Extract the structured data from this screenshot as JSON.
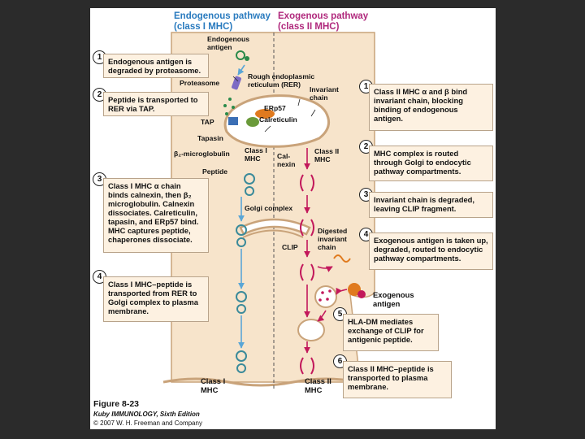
{
  "headers": {
    "endogenous": "Endogenous pathway\n(class I MHC)",
    "exogenous": "Exogenous pathway\n(class II MHC)"
  },
  "colors": {
    "endogenous_header": "#2a7bbf",
    "exogenous_header": "#b0287c",
    "cytoplasm": "#f7e4cb",
    "box_fill": "#fdf1e1",
    "pathway_arrow": "#5aa6d6",
    "class_ii_arrow": "#c2185b"
  },
  "labels": {
    "endogenous_antigen": "Endogenous\nantigen",
    "rer": "Rough endoplasmic\nreticulum (RER)",
    "proteasome": "Proteasome",
    "invariant_chain": "Invariant\nchain",
    "erp57": "ERp57",
    "calreticulin": "Calreticulin",
    "tap": "TAP",
    "tapasin": "Tapasin",
    "b2_microglobulin": "β₂-microglobulin",
    "class_i_mhc": "Class I\nMHC",
    "calnexin": "Cal-\nnexin",
    "class_ii_mhc": "Class II\nMHC",
    "peptide": "Peptide",
    "golgi": "Golgi complex",
    "digested_invariant_chain": "Digested\ninvariant\nchain",
    "clip": "CLIP",
    "exogenous_antigen": "Exogenous\nantigen",
    "class_i_bottom": "Class I\nMHC",
    "class_ii_bottom": "Class II\nMHC"
  },
  "left_steps": [
    {
      "num": "1",
      "text": "Endogenous antigen is\ndegraded by proteasome."
    },
    {
      "num": "2",
      "text": "Peptide is transported to\nRER via TAP."
    },
    {
      "num": "3",
      "text": "Class I MHC α chain\nbinds calnexin, then β₂\nmicroglobulin. Calnexin\ndissociates. Calreticulin,\ntapasin, and ERp57 bind.\nMHC captures peptide,\nchaperones dissociate."
    },
    {
      "num": "4",
      "text": "Class I MHC–peptide is\ntransported from RER to\nGolgi complex to plasma\nmembrane."
    }
  ],
  "right_steps": [
    {
      "num": "1",
      "text": "Class II MHC α and β bind\ninvariant chain, blocking\nbinding of endogenous\nantigen."
    },
    {
      "num": "2",
      "text": "MHC complex is routed\nthrough Golgi to endocytic\npathway compartments."
    },
    {
      "num": "3",
      "text": "Invariant chain is degraded,\nleaving CLIP fragment."
    },
    {
      "num": "4",
      "text": "Exogenous antigen is taken up,\ndegraded, routed to endocytic\npathway compartments."
    },
    {
      "num": "5",
      "text": "HLA-DM mediates\nexchange of CLIP for\nantigenic peptide."
    },
    {
      "num": "6",
      "text": "Class II MHC–peptide is\ntransported to plasma\nmembrane."
    }
  ],
  "caption": {
    "figure": "Figure 8-23",
    "book": "Kuby IMMUNOLOGY, Sixth Edition",
    "copyright": "© 2007 W. H. Freeman and Company"
  }
}
